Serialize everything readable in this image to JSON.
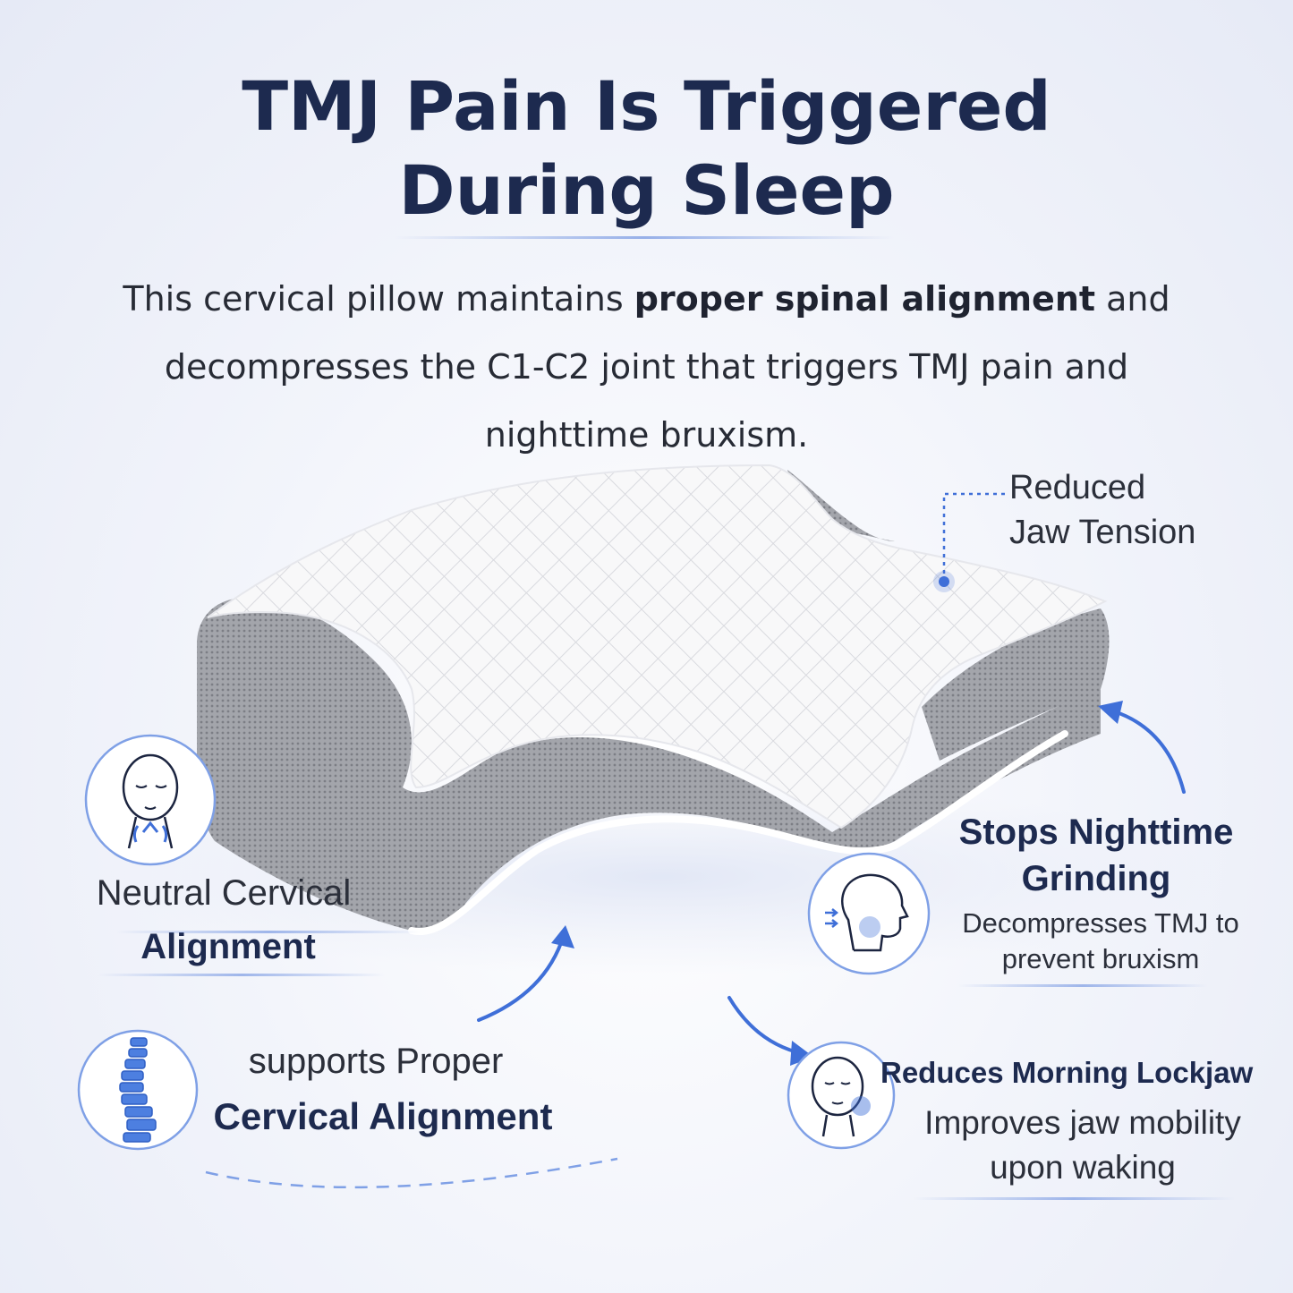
{
  "header": {
    "title_line1": "TMJ Pain Is Triggered",
    "title_line2": "During Sleep"
  },
  "intro": {
    "part1": "This cervical pillow maintains ",
    "bold": "proper spinal alignment",
    "part2": " and decompresses the C1-C2 joint that triggers TMJ pain and nighttime bruxism."
  },
  "callouts": {
    "jaw_tension": {
      "line1": "Reduced",
      "line2": "Jaw Tension"
    },
    "neutral": {
      "line1": "Neutral Cervical",
      "line2": "Alignment"
    },
    "supports": {
      "line1": "supports Proper",
      "line2": "Cervical Alignment"
    },
    "grinding": {
      "title_line1": "Stops Nighttime",
      "title_line2": "Grinding",
      "desc_line1": "Decompresses TMJ to",
      "desc_line2": "prevent bruxism"
    },
    "lockjaw": {
      "title": "Reduces Morning Lockjaw",
      "desc_line1": "Improves jaw mobility",
      "desc_line2": "upon waking"
    }
  },
  "icons": [
    "face-neck-icon",
    "spine-icon",
    "head-profile-icon",
    "face-jaw-icon",
    "arrow-icon"
  ],
  "colors": {
    "accent": "#3f6fd8",
    "title": "#1d2a4f",
    "text": "#2b2f3a",
    "pillow_top": "#f7f7f8",
    "pillow_mesh": "#9a9ca3"
  }
}
